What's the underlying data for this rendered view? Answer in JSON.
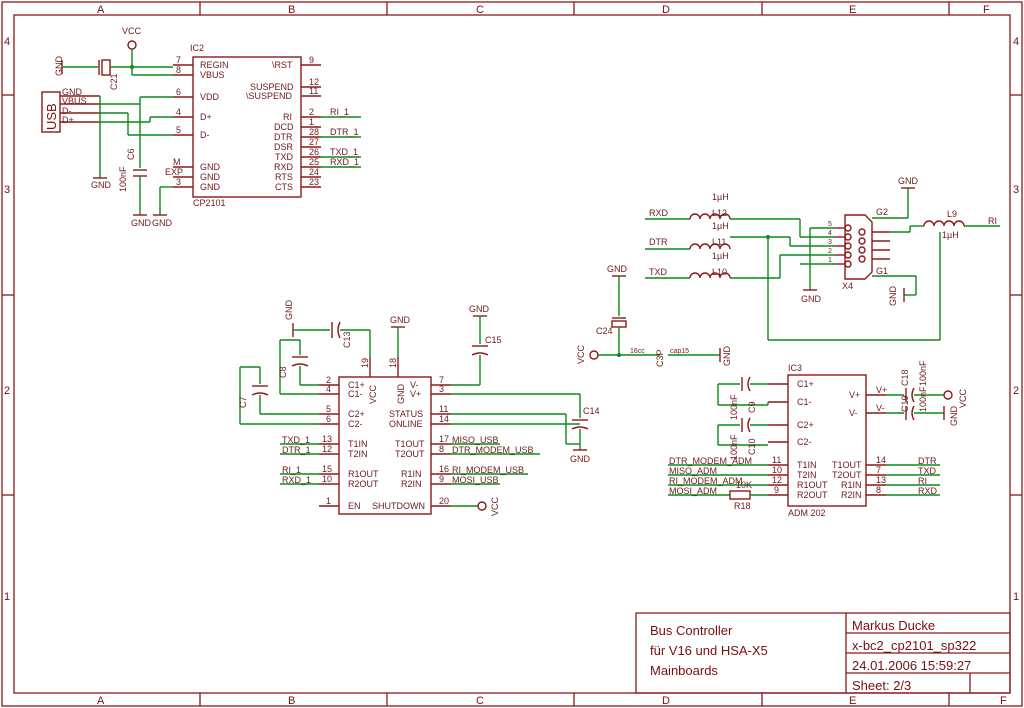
{
  "frame": {
    "columns": [
      "A",
      "B",
      "C",
      "D",
      "E",
      "F"
    ],
    "rows": [
      "4",
      "3",
      "2",
      "1"
    ]
  },
  "title_block": {
    "title_line1": "Bus Controller",
    "title_line2": "für V16 und HSA-X5",
    "title_line3": "Mainboards",
    "author": "Markus Ducke",
    "filename": "x-bc2_cp2101_sp322",
    "datetime": "24.01.2006  15:59:27",
    "sheet": "Sheet:  2/3"
  },
  "ic2": {
    "name": "IC2",
    "part": "CP2101",
    "left_pins": [
      {
        "num": "7",
        "name": "REGIN"
      },
      {
        "num": "8",
        "name": "VBUS"
      },
      {
        "num": "6",
        "name": "VDD"
      },
      {
        "num": "4",
        "name": "D+"
      },
      {
        "num": "5",
        "name": "D-"
      },
      {
        "num": "M",
        "name": "GND"
      },
      {
        "num": "EXP",
        "name": "GND"
      },
      {
        "num": "3",
        "name": "GND"
      }
    ],
    "right_pins": [
      {
        "num": "9",
        "name": "\\RST"
      },
      {
        "num": "12",
        "name": "SUSPEND"
      },
      {
        "num": "11",
        "name": "\\SUSPEND"
      },
      {
        "num": "2",
        "name": "RI"
      },
      {
        "num": "1",
        "name": "DCD"
      },
      {
        "num": "28",
        "name": "DTR"
      },
      {
        "num": "27",
        "name": "DSR"
      },
      {
        "num": "26",
        "name": "TXD"
      },
      {
        "num": "25",
        "name": "RXD"
      },
      {
        "num": "24",
        "name": "RTS"
      },
      {
        "num": "23",
        "name": "CTS"
      }
    ],
    "net_labels": [
      "RI_1",
      "DTR_1",
      "TXD_1",
      "RXD_1"
    ]
  },
  "usb": {
    "label": "USB",
    "pins": [
      "GND",
      "VBUS",
      "D-",
      "D+"
    ]
  },
  "top_left": {
    "vcc": "VCC",
    "gnd": "GND",
    "c21": "C21",
    "c6": "C6",
    "c6_value": "100nF"
  },
  "ic1": {
    "left_pins": [
      {
        "num": "2",
        "name": "C1+"
      },
      {
        "num": "4",
        "name": "C1-"
      },
      {
        "num": "5",
        "name": "C2+"
      },
      {
        "num": "6",
        "name": "C2-"
      },
      {
        "num": "13",
        "name": "T1IN"
      },
      {
        "num": "12",
        "name": "T2IN"
      },
      {
        "num": "15",
        "name": "R1OUT"
      },
      {
        "num": "10",
        "name": "R2OUT"
      },
      {
        "num": "1",
        "name": "EN"
      }
    ],
    "right_pins": [
      {
        "num": "7",
        "name": "V-"
      },
      {
        "num": "3",
        "name": "V+"
      },
      {
        "num": "11",
        "name": "STATUS"
      },
      {
        "num": "14",
        "name": "ONLINE"
      },
      {
        "num": "17",
        "name": "T1OUT"
      },
      {
        "num": "8",
        "name": "T2OUT"
      },
      {
        "num": "16",
        "name": "R1IN"
      },
      {
        "num": "9",
        "name": "R2IN"
      },
      {
        "num": "20",
        "name": "SHUTDOWN"
      }
    ],
    "top_pins": [
      {
        "num": "19",
        "name": "VCC"
      },
      {
        "num": "18",
        "name": "GND"
      }
    ],
    "left_nets": [
      "TXD_1",
      "DTR_1",
      "RI_1",
      "RXD_1"
    ],
    "right_nets": [
      "MISO_USB",
      "DTR_MODEM_USB",
      "RI_MODEM_USB",
      "MOSI_USB"
    ],
    "caps": [
      "C13",
      "C8",
      "C7",
      "C15",
      "C14"
    ],
    "gnd": "GND",
    "vcc": "VCC"
  },
  "connector": {
    "name": "X4",
    "pins": [
      "5",
      "4",
      "3",
      "2",
      "1"
    ],
    "shields": [
      "G2",
      "G1"
    ],
    "inductors": [
      {
        "name": "L12",
        "value": "1µH",
        "net": "RXD"
      },
      {
        "name": "L11",
        "value": "1µH",
        "net": "DTR"
      },
      {
        "name": "L10",
        "value": "1µH",
        "net": "TXD"
      },
      {
        "name": "L9",
        "value": "1µH",
        "net": "RI"
      }
    ],
    "gnd": "GND"
  },
  "c24": {
    "name": "C24",
    "c3p": "C3P",
    "vcc": "VCC",
    "gnd": "GND",
    "label1": "16cc",
    "label2": "cap15"
  },
  "ic3": {
    "name": "IC3",
    "part": "ADM 202",
    "left_pins": [
      {
        "num": "",
        "name": "C1+"
      },
      {
        "num": "",
        "name": "C1-"
      },
      {
        "num": "",
        "name": "C2+"
      },
      {
        "num": "",
        "name": "C2-"
      },
      {
        "num": "11",
        "name": "T1IN"
      },
      {
        "num": "10",
        "name": "T2IN"
      },
      {
        "num": "12",
        "name": "R1OUT"
      },
      {
        "num": "9",
        "name": "R2OUT"
      }
    ],
    "right_pins": [
      {
        "num": "",
        "name": "V+"
      },
      {
        "num": "",
        "name": "V-"
      },
      {
        "num": "14",
        "name": "T1OUT"
      },
      {
        "num": "7",
        "name": "T2OUT"
      },
      {
        "num": "13",
        "name": "R1IN"
      },
      {
        "num": "8",
        "name": "R2IN"
      }
    ],
    "left_nets": [
      "DTR_MODEM_ADM",
      "MISO_ADM",
      "RI_MODEM_ADM",
      "MOSI_ADM"
    ],
    "right_nets": [
      "DTR",
      "TXD",
      "RI",
      "RXD"
    ],
    "caps": [
      "C9",
      "C10",
      "C18",
      "C19"
    ],
    "cap_values": [
      "100nF",
      "100nF",
      "100nF",
      "100nF"
    ],
    "resistor": "R18",
    "resistor_value": "10K",
    "outer_labels": [
      "V+",
      "V-"
    ],
    "gnd": "GND",
    "vcc": "VCC"
  }
}
